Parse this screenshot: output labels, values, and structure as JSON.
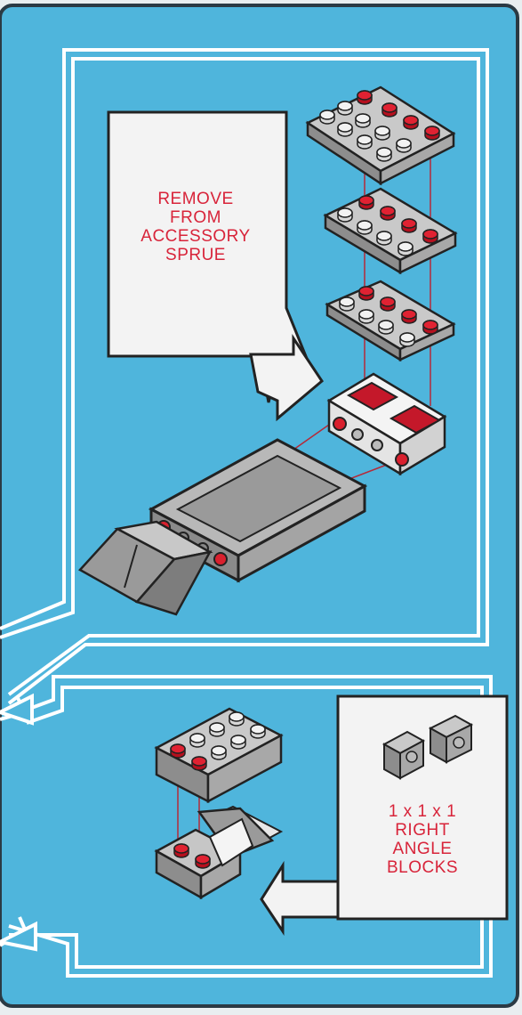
{
  "callout_remove": {
    "line1": "REMOVE",
    "line2": "FROM",
    "line3": "ACCESSORY",
    "line4": "SPRUE"
  },
  "callout_blocks": {
    "line1": "1 x 1 x 1",
    "line2": "RIGHT",
    "line3": "ANGLE",
    "line4": "BLOCKS"
  },
  "colors": {
    "background": "#4fb5dc",
    "brick_gray": "#9a9a9a",
    "stud_red": "#d9202e",
    "text_red": "#d8243a",
    "panel_white": "#f3f3f3"
  }
}
